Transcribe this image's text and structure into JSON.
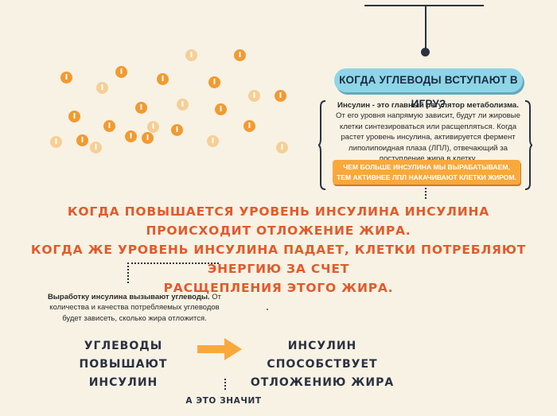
{
  "question": "КОГДА УГЛЕВОДЫ ВСТУПАЮТ В ИГРУ?",
  "coin_symbol": "I",
  "info": {
    "bold_lead": "Инсулин - это главный регулятор метаболизма.",
    "body": " От его уровня напрямую зависит, будут ли жировые клетки синтезироваться или расщепляться. Когда растет уровень инсулина, активируется фермент липолипоидная плаза (ЛПЛ), отвечающий за поступление жира в клетку."
  },
  "orange_bar": {
    "line1": "ЧЕМ БОЛЬШЕ ИНСУЛИНА МЫ ВЫРАБАТЫВАЕМ,",
    "line2": "ТЕМ АКТИВНЕЕ  ЛПЛ НАКАЧИВАЮТ КЛЕТКИ ЖИРОМ."
  },
  "headline": {
    "line1": "КОГДА ПОВЫШАЕТСЯ УРОВЕНЬ ИНСУЛИНА ИНСУЛИНА ПРОИСХОДИТ ОТЛОЖЕНИЕ ЖИРА.",
    "line2": "КОГДА ЖЕ УРОВЕНЬ ИНСУЛИНА ПАДАЕТ, КЛЕТКИ ПОТРЕБЛЯЮТ ЭНЕРГИЮ ЗА СЧЕТ",
    "line3": "РАСЩЕПЛЕНИЯ ЭТОГО ЖИРА."
  },
  "sub": {
    "bold_lead": "Выработку инсулина вызывают углеводы.",
    "body": " От количества и качества потребляемых углеводов будет зависеть, сколько жира отложится."
  },
  "flow": {
    "left_line1": "УГЛЕВОДЫ  ПОВЫШАЮТ",
    "left_line2": "ИНСУЛИН",
    "right_line1": "ИНСУЛИН СПОСОБСТВУЕТ",
    "right_line2": "ОТЛОЖЕНИЮ ЖИРА"
  },
  "bottom": "А ЭТО ЗНАЧИТ",
  "colors": {
    "background": "#f7f2e4",
    "accent_orange": "#f29a32",
    "coin_light": "#f6cf96",
    "headline_red": "#e35a2a",
    "pill_blue": "#8ed5e8",
    "ink": "#2b3141"
  }
}
